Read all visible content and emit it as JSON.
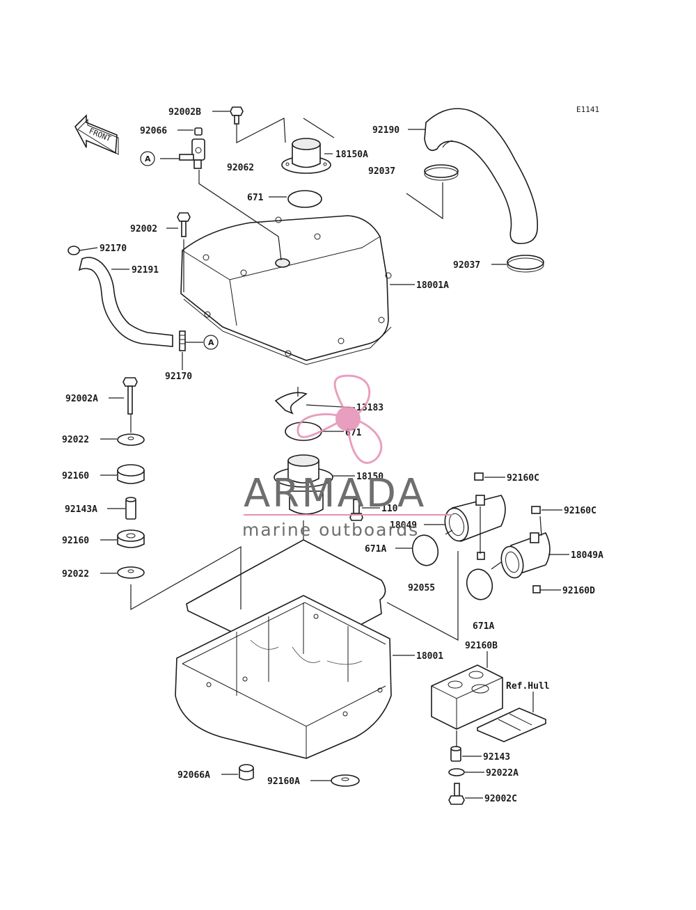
{
  "diagram": {
    "code": "E1141",
    "front_label": "FRONT",
    "callout_letter": "A",
    "parts": [
      {
        "id": "p01",
        "label": "92002B"
      },
      {
        "id": "p02",
        "label": "92066"
      },
      {
        "id": "p03",
        "label": "92062"
      },
      {
        "id": "p04",
        "label": "18150A"
      },
      {
        "id": "p05",
        "label": "92190"
      },
      {
        "id": "p06",
        "label": "92037"
      },
      {
        "id": "p07",
        "label": "671"
      },
      {
        "id": "p08",
        "label": "92002"
      },
      {
        "id": "p09",
        "label": "92170"
      },
      {
        "id": "p10",
        "label": "92191"
      },
      {
        "id": "p11",
        "label": "92037"
      },
      {
        "id": "p12",
        "label": "18001A"
      },
      {
        "id": "p13",
        "label": "92170"
      },
      {
        "id": "p14",
        "label": "92002A"
      },
      {
        "id": "p15",
        "label": "13183"
      },
      {
        "id": "p16",
        "label": "671"
      },
      {
        "id": "p17",
        "label": "92022"
      },
      {
        "id": "p18",
        "label": "92160"
      },
      {
        "id": "p19",
        "label": "18150"
      },
      {
        "id": "p20",
        "label": "92160C"
      },
      {
        "id": "p21",
        "label": "110"
      },
      {
        "id": "p22",
        "label": "92143A"
      },
      {
        "id": "p23",
        "label": "92160C"
      },
      {
        "id": "p24",
        "label": "18049"
      },
      {
        "id": "p25",
        "label": "92160"
      },
      {
        "id": "p26",
        "label": "671A"
      },
      {
        "id": "p27",
        "label": "18049A"
      },
      {
        "id": "p28",
        "label": "92022"
      },
      {
        "id": "p29",
        "label": "92055"
      },
      {
        "id": "p30",
        "label": "92160D"
      },
      {
        "id": "p31",
        "label": "671A"
      },
      {
        "id": "p32",
        "label": "92160B"
      },
      {
        "id": "p33",
        "label": "18001"
      },
      {
        "id": "p34",
        "label": "Ref.Hull"
      },
      {
        "id": "p35",
        "label": "92143"
      },
      {
        "id": "p36",
        "label": "92022A"
      },
      {
        "id": "p37",
        "label": "92066A"
      },
      {
        "id": "p38",
        "label": "92160A"
      },
      {
        "id": "p39",
        "label": "92002C"
      }
    ]
  },
  "watermark": {
    "brand": "ARMADA",
    "tagline": "marine outboards",
    "accent_color": "#e58fb4",
    "text_color": "#6e6e6e"
  }
}
